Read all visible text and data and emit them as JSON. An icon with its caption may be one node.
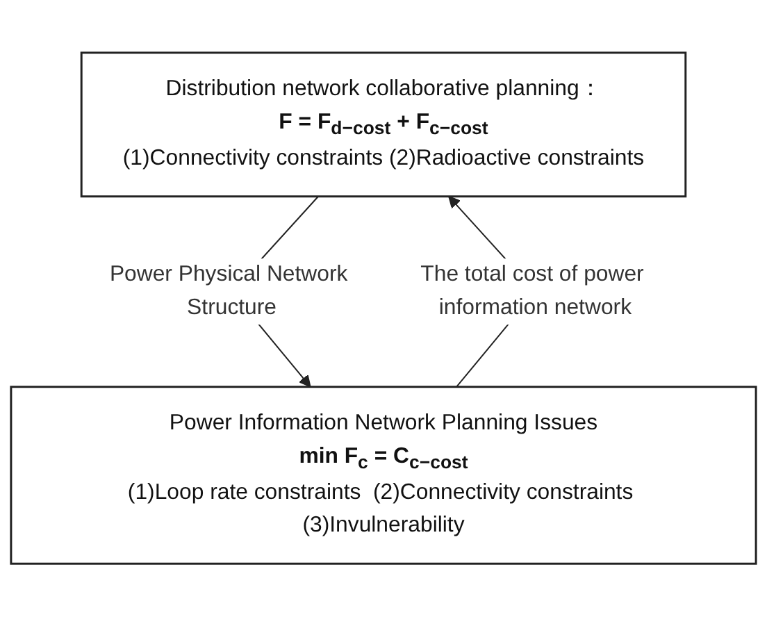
{
  "diagram": {
    "nodes": [
      {
        "text": [
          "Distribution network collaborative planning：",
          "F = F$_{d−cost}$ + F$_{c−cost}$",
          "(1)Connectivity constraints  (2)Radioactive constraints"
        ]
      },
      {
        "text": [
          "Power Information Network Planning Issues",
          "min F$_{c}$ = C$_{c−cost}$",
          "(1)Loop rate constraints  (2)Connectivity constraints (3)Invulnerability"
        ]
      }
    ],
    "edges": [
      {
        "from": 0,
        "to": 1,
        "arrow": "to",
        "label": "Power Physical Network Structure"
      },
      {
        "from": 1,
        "to": 0,
        "arrow": "to",
        "label": "The total cost of power information network"
      }
    ]
  }
}
